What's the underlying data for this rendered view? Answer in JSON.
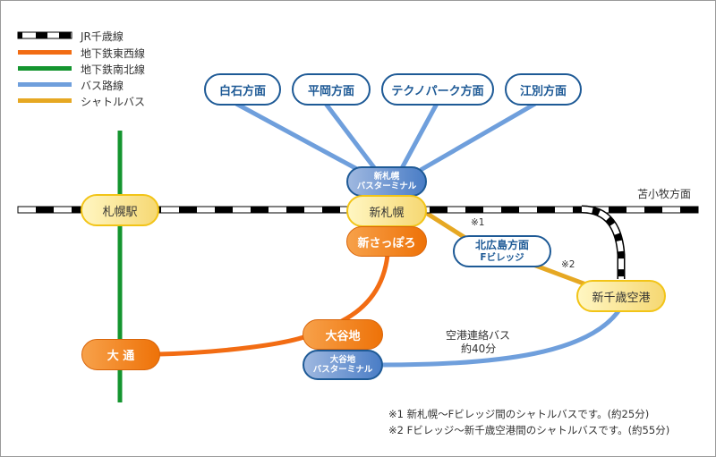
{
  "legend": [
    {
      "label": "JR千歳線",
      "color": "#000000",
      "style": "dashed-rail"
    },
    {
      "label": "地下鉄東西線",
      "color": "#f26c13"
    },
    {
      "label": "地下鉄南北線",
      "color": "#14952f"
    },
    {
      "label": "バス路線",
      "color": "#6f9fdc"
    },
    {
      "label": "シャトルバス",
      "color": "#e6a823"
    }
  ],
  "directions": {
    "shiroishi": "白石方面",
    "hiraoka": "平岡方面",
    "technopark": "テクノパーク方面",
    "ebetsu": "江別方面",
    "tomakomai": "苫小牧方面",
    "kitahiroshima_line1": "北広島方面",
    "kitahiroshima_line2": "Fビレッジ"
  },
  "stations": {
    "sapporo": "札幌駅",
    "shin_sapporo": "新札幌",
    "shin_sapporo_subway": "新さっぽろ",
    "shin_chitose": "新千歳空港",
    "odori": "大 通",
    "oyachi": "大谷地"
  },
  "bus_terminals": {
    "shin_sapporo_line1": "新札幌",
    "shin_sapporo_line2": "バスターミナル",
    "oyachi_line1": "大谷地",
    "oyachi_line2": "バスターミナル"
  },
  "annotations": {
    "mark1": "※1",
    "mark2": "※2",
    "airport_bus_line1": "空港連絡バス",
    "airport_bus_line2": "約40分"
  },
  "notes": [
    "※1 新札幌～Fビレッジ間のシャトルバスです。(約25分)",
    "※2 Fビレッジ～新千歳空港間のシャトルバスです。(約55分)"
  ]
}
